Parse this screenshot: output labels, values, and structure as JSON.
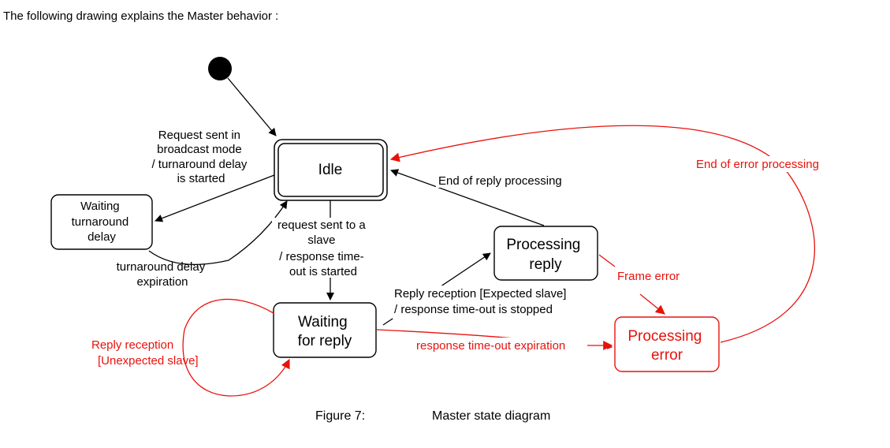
{
  "intro_text": "The following drawing explains the Master behavior :",
  "states": {
    "idle": "Idle",
    "waiting_turnaround": [
      "Waiting",
      "turnaround",
      "delay"
    ],
    "waiting_reply": [
      "Waiting",
      "for reply"
    ],
    "processing_reply": [
      "Processing",
      "reply"
    ],
    "processing_error": [
      "Processing",
      "error"
    ]
  },
  "transitions": {
    "broadcast": [
      "Request sent in",
      "broadcast mode",
      "/ turnaround delay",
      "is started"
    ],
    "turnaround_expiration": [
      "turnaround delay",
      "expiration"
    ],
    "request_to_slave": [
      "request sent to a",
      "slave",
      "/ response time-",
      "out is started"
    ],
    "end_of_reply_processing": "End of reply processing",
    "reply_expected": [
      "Reply reception  [Expected slave]",
      "/ response time-out is stopped"
    ],
    "unexpected_slave": [
      "Reply reception",
      "[Unexpected slave]"
    ],
    "timeout_expiration": "response time-out expiration",
    "frame_error": "Frame error",
    "end_of_error_processing": "End of error processing"
  },
  "colors": {
    "normal": "#000000",
    "error": "#e8120c"
  },
  "caption": {
    "number": "Figure 7:",
    "title": "Master state diagram"
  }
}
